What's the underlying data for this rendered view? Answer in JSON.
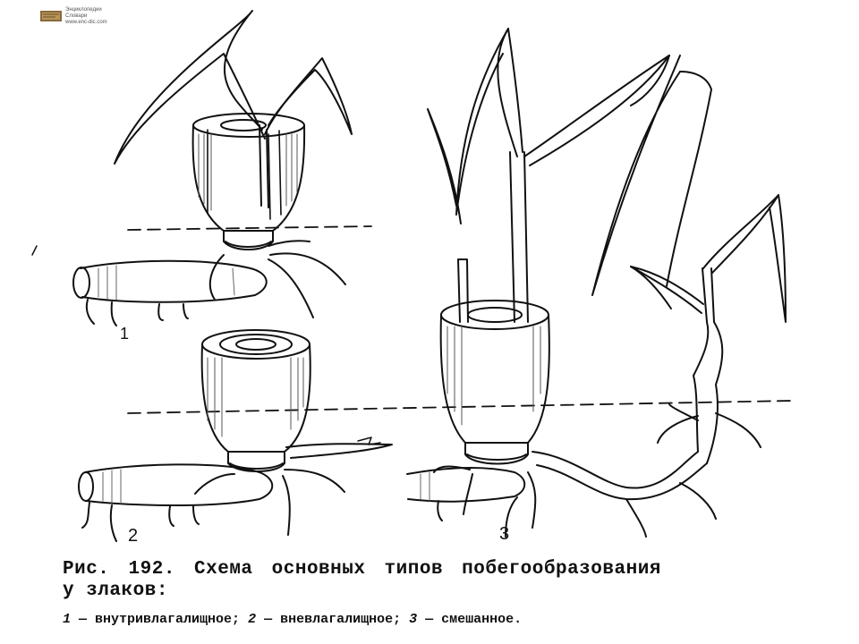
{
  "logo": {
    "line1": "Энциклопедии",
    "line2": "Словари",
    "line3": "www.enc-dic.com"
  },
  "figure": {
    "label_1": "1",
    "label_2": "2",
    "label_3": "3"
  },
  "caption": {
    "line1": "Рис. 192. Схема основных типов побегообразования",
    "line2": "у злаков:",
    "n1": "1",
    "t1": " — внутривлагалищное; ",
    "n2": "2",
    "t2": " — вневлагалищное; ",
    "n3": "3",
    "t3": " — смешанное."
  },
  "colors": {
    "ink": "#111111",
    "background": "#ffffff"
  }
}
